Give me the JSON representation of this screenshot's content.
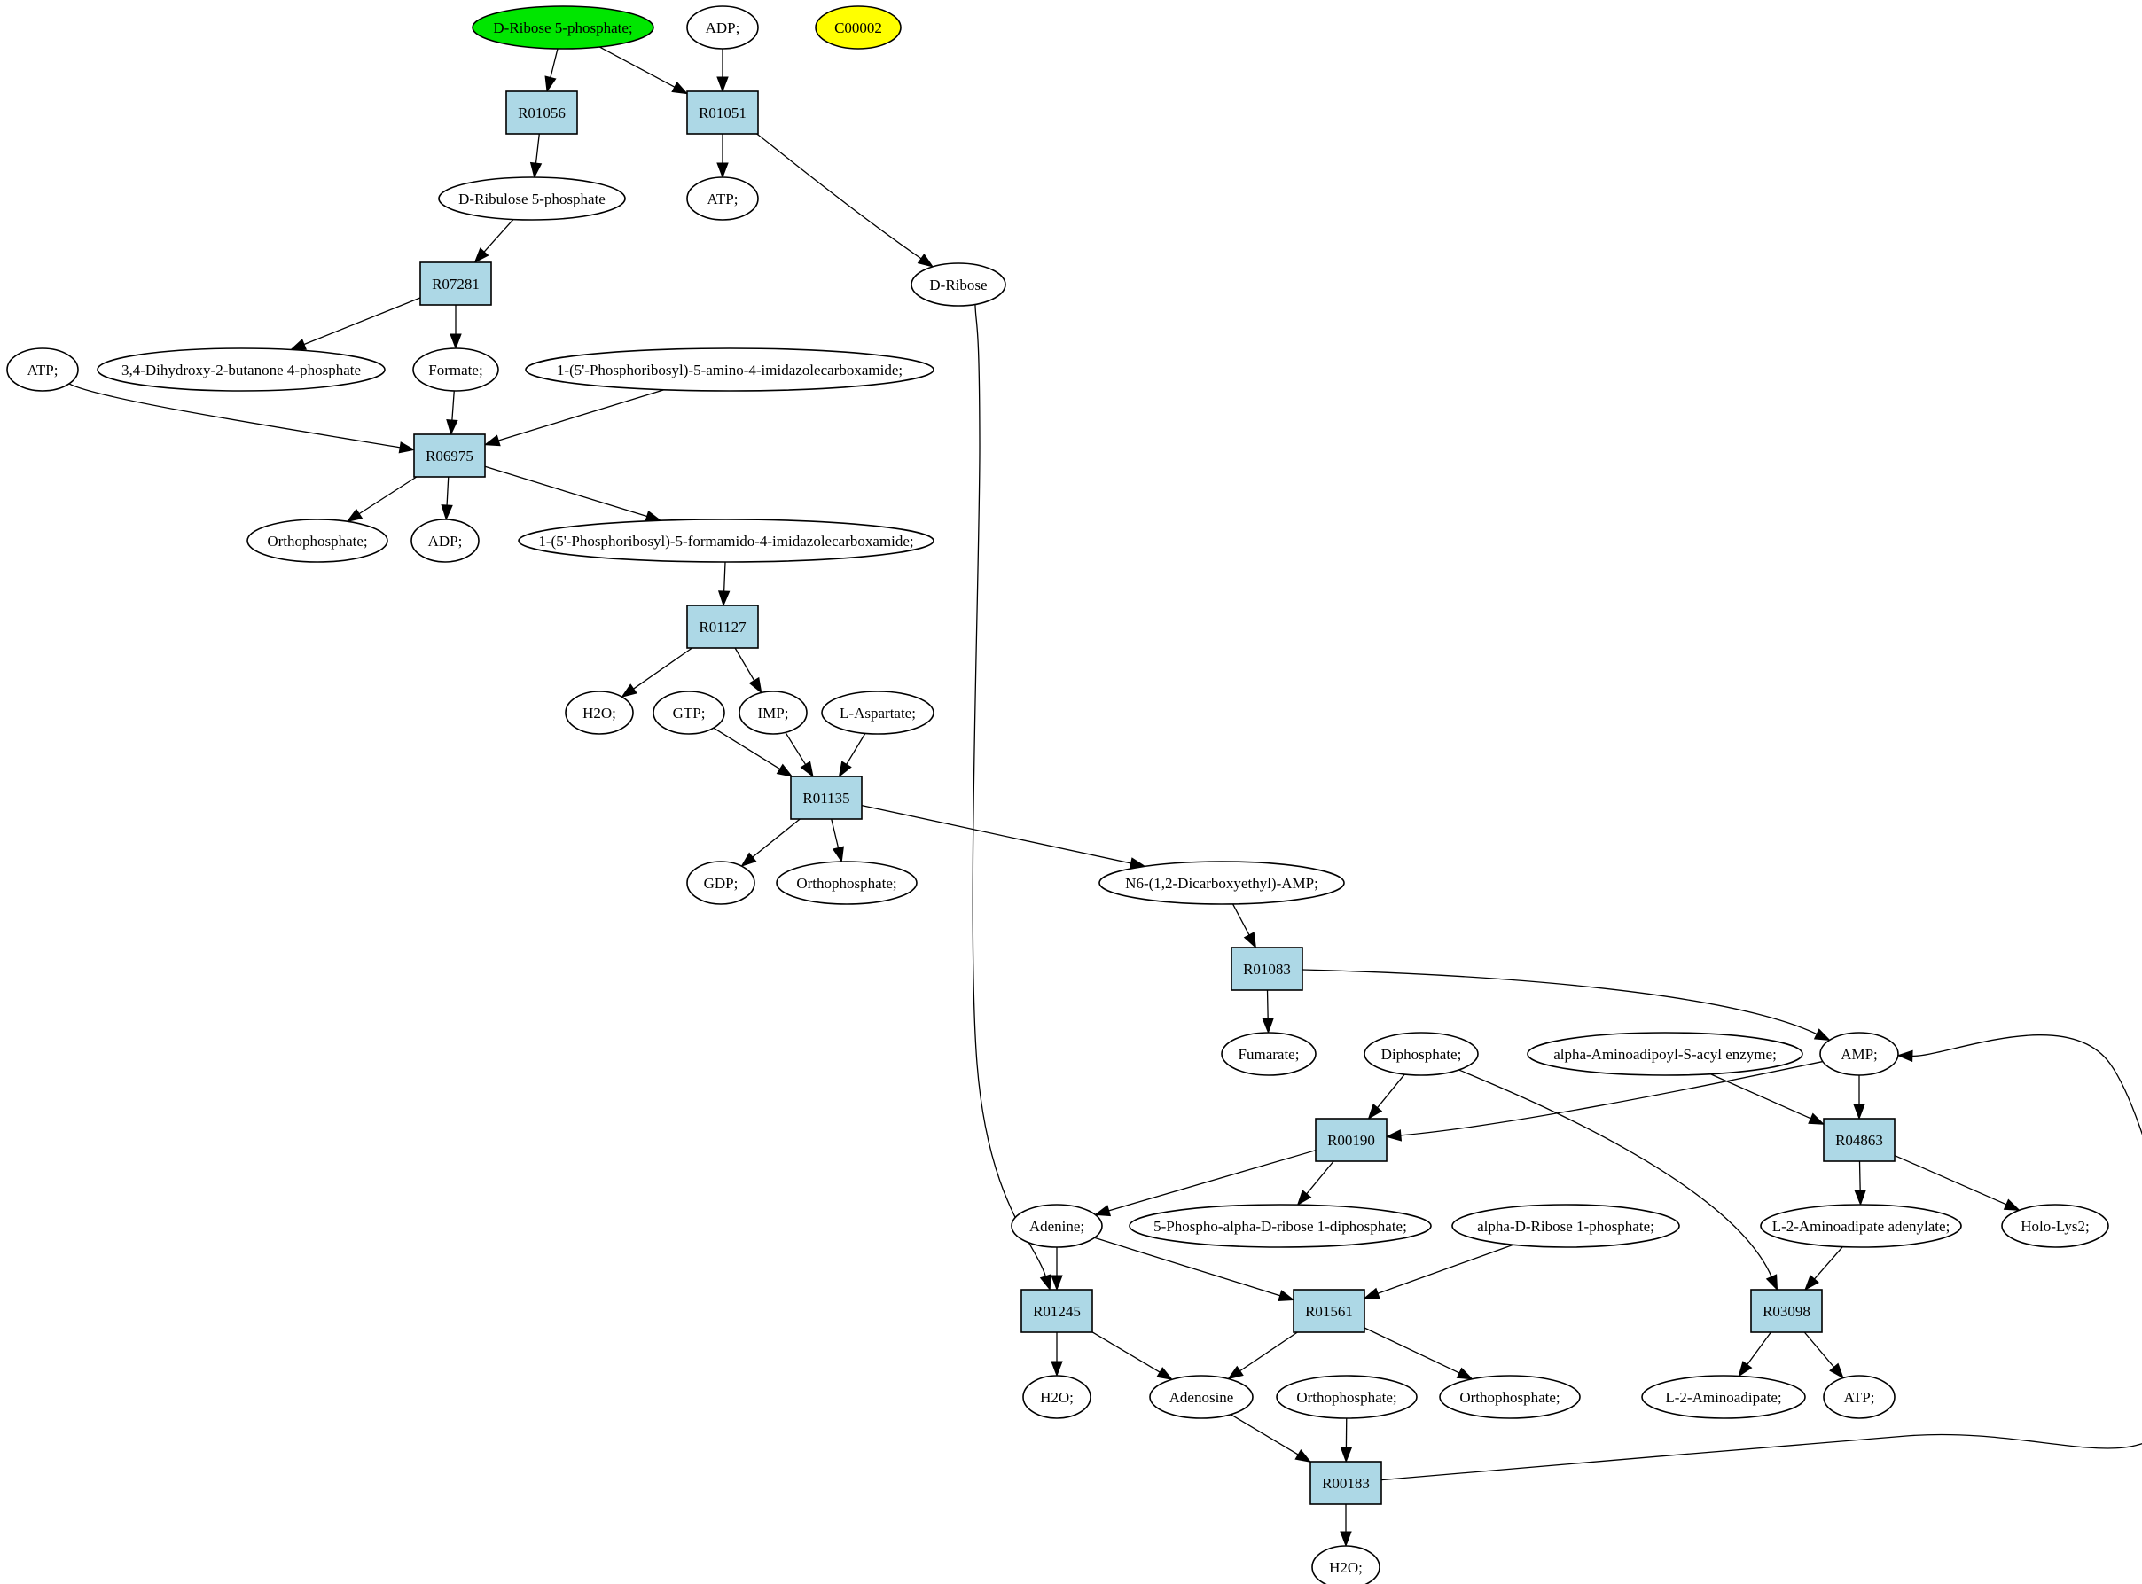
{
  "colors": {
    "reaction_fill": "#add8e6",
    "compound_fill": "#ffffff",
    "start_fill": "#00e600",
    "target_fill": "#ffff00",
    "stroke": "#000000"
  },
  "compounds": {
    "c_ribose5p": {
      "label": "D-Ribose 5-phosphate;",
      "role": "start"
    },
    "c_adp_top": {
      "label": "ADP;"
    },
    "c_c00002": {
      "label": "C00002",
      "role": "target"
    },
    "c_ribulose5p": {
      "label": "D-Ribulose 5-phosphate"
    },
    "c_atp_top": {
      "label": "ATP;"
    },
    "c_dribose": {
      "label": "D-Ribose"
    },
    "c_atp_left": {
      "label": "ATP;"
    },
    "c_dihydroxy": {
      "label": "3,4-Dihydroxy-2-butanone 4-phosphate"
    },
    "c_formate": {
      "label": "Formate;"
    },
    "c_aica": {
      "label": "1-(5'-Phosphoribosyl)-5-amino-4-imidazolecarboxamide;"
    },
    "c_ortho1": {
      "label": "Orthophosphate;"
    },
    "c_adp2": {
      "label": "ADP;"
    },
    "c_faica": {
      "label": "1-(5'-Phosphoribosyl)-5-formamido-4-imidazolecarboxamide;"
    },
    "c_h2o1": {
      "label": "H2O;"
    },
    "c_gtp": {
      "label": "GTP;"
    },
    "c_imp": {
      "label": "IMP;"
    },
    "c_laspartate": {
      "label": "L-Aspartate;"
    },
    "c_gdp": {
      "label": "GDP;"
    },
    "c_ortho2": {
      "label": "Orthophosphate;"
    },
    "c_n6amp": {
      "label": "N6-(1,2-Dicarboxyethyl)-AMP;"
    },
    "c_fumarate": {
      "label": "Fumarate;"
    },
    "c_diphosphate": {
      "label": "Diphosphate;"
    },
    "c_alphaamino": {
      "label": "alpha-Aminoadipoyl-S-acyl enzyme;"
    },
    "c_amp": {
      "label": "AMP;"
    },
    "c_adenine": {
      "label": "Adenine;"
    },
    "c_prpp": {
      "label": "5-Phospho-alpha-D-ribose 1-diphosphate;"
    },
    "c_ar1p": {
      "label": "alpha-D-Ribose 1-phosphate;"
    },
    "c_l2aadenylate": {
      "label": "L-2-Aminoadipate adenylate;"
    },
    "c_hololys2": {
      "label": "Holo-Lys2;"
    },
    "c_h2o2": {
      "label": "H2O;"
    },
    "c_adenosine": {
      "label": "Adenosine"
    },
    "c_ortho3": {
      "label": "Orthophosphate;"
    },
    "c_ortho4": {
      "label": "Orthophosphate;"
    },
    "c_l2aminoadipate": {
      "label": "L-2-Aminoadipate;"
    },
    "c_atp_bottom": {
      "label": "ATP;"
    },
    "c_h2o3": {
      "label": "H2O;"
    }
  },
  "reactions": {
    "r_R01056": {
      "label": "R01056"
    },
    "r_R01051": {
      "label": "R01051"
    },
    "r_R07281": {
      "label": "R07281"
    },
    "r_R06975": {
      "label": "R06975"
    },
    "r_R01127": {
      "label": "R01127"
    },
    "r_R01135": {
      "label": "R01135"
    },
    "r_R01083": {
      "label": "R01083"
    },
    "r_R00190": {
      "label": "R00190"
    },
    "r_R04863": {
      "label": "R04863"
    },
    "r_R01245": {
      "label": "R01245"
    },
    "r_R01561": {
      "label": "R01561"
    },
    "r_R03098": {
      "label": "R03098"
    },
    "r_R00183": {
      "label": "R00183"
    }
  },
  "edges": [
    {
      "from": "c_ribose5p",
      "to": "r_R01056"
    },
    {
      "from": "c_ribose5p",
      "to": "r_R01051"
    },
    {
      "from": "c_adp_top",
      "to": "r_R01051"
    },
    {
      "from": "r_R01056",
      "to": "c_ribulose5p"
    },
    {
      "from": "r_R01051",
      "to": "c_atp_top"
    },
    {
      "from": "r_R01051",
      "to": "c_dribose"
    },
    {
      "from": "c_ribulose5p",
      "to": "r_R07281"
    },
    {
      "from": "r_R07281",
      "to": "c_dihydroxy"
    },
    {
      "from": "r_R07281",
      "to": "c_formate"
    },
    {
      "from": "c_atp_left",
      "to": "r_R06975"
    },
    {
      "from": "c_formate",
      "to": "r_R06975"
    },
    {
      "from": "c_aica",
      "to": "r_R06975"
    },
    {
      "from": "r_R06975",
      "to": "c_ortho1"
    },
    {
      "from": "r_R06975",
      "to": "c_adp2"
    },
    {
      "from": "r_R06975",
      "to": "c_faica"
    },
    {
      "from": "c_faica",
      "to": "r_R01127"
    },
    {
      "from": "r_R01127",
      "to": "c_h2o1"
    },
    {
      "from": "r_R01127",
      "to": "c_imp"
    },
    {
      "from": "c_gtp",
      "to": "r_R01135"
    },
    {
      "from": "c_imp",
      "to": "r_R01135"
    },
    {
      "from": "c_laspartate",
      "to": "r_R01135"
    },
    {
      "from": "r_R01135",
      "to": "c_gdp"
    },
    {
      "from": "r_R01135",
      "to": "c_ortho2"
    },
    {
      "from": "r_R01135",
      "to": "c_n6amp"
    },
    {
      "from": "c_n6amp",
      "to": "r_R01083"
    },
    {
      "from": "r_R01083",
      "to": "c_fumarate"
    },
    {
      "from": "r_R01083",
      "to": "c_amp"
    },
    {
      "from": "c_diphosphate",
      "to": "r_R00190"
    },
    {
      "from": "c_amp",
      "to": "r_R00190"
    },
    {
      "from": "c_diphosphate",
      "to": "r_R03098"
    },
    {
      "from": "c_alphaamino",
      "to": "r_R04863"
    },
    {
      "from": "c_amp",
      "to": "r_R04863"
    },
    {
      "from": "r_R00190",
      "to": "c_adenine"
    },
    {
      "from": "r_R00190",
      "to": "c_prpp"
    },
    {
      "from": "r_R04863",
      "to": "c_l2aadenylate"
    },
    {
      "from": "r_R04863",
      "to": "c_hololys2"
    },
    {
      "from": "c_dribose",
      "to": "r_R01245"
    },
    {
      "from": "c_adenine",
      "to": "r_R01245"
    },
    {
      "from": "c_adenine",
      "to": "r_R01561"
    },
    {
      "from": "c_ar1p",
      "to": "r_R01561"
    },
    {
      "from": "c_l2aadenylate",
      "to": "r_R03098"
    },
    {
      "from": "r_R01245",
      "to": "c_h2o2"
    },
    {
      "from": "r_R01245",
      "to": "c_adenosine"
    },
    {
      "from": "r_R01561",
      "to": "c_adenosine"
    },
    {
      "from": "r_R01561",
      "to": "c_ortho4"
    },
    {
      "from": "r_R03098",
      "to": "c_l2aminoadipate"
    },
    {
      "from": "r_R03098",
      "to": "c_atp_bottom"
    },
    {
      "from": "c_adenosine",
      "to": "r_R00183"
    },
    {
      "from": "c_ortho3",
      "to": "r_R00183"
    },
    {
      "from": "r_R00183",
      "to": "c_h2o3"
    },
    {
      "from": "r_R00183",
      "to": "c_amp"
    }
  ]
}
